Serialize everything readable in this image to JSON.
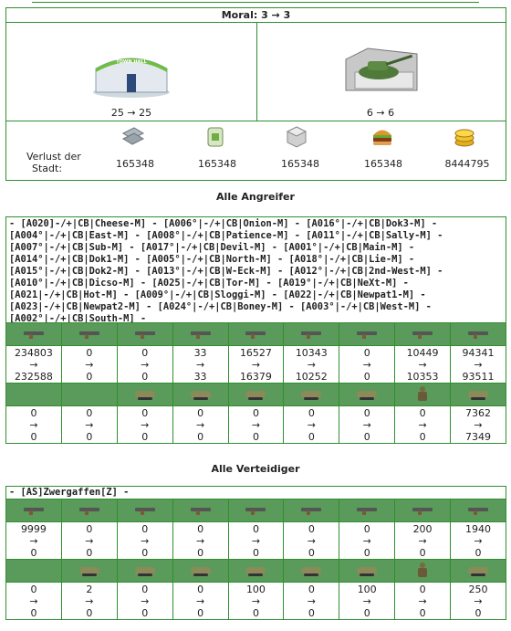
{
  "moral": {
    "label": "Moral: 3 → 3"
  },
  "buildings": {
    "townhall": {
      "sign": "TOWN HALL",
      "value": "25 → 25"
    },
    "tank": {
      "value": "6 → 6"
    }
  },
  "loss": {
    "label_line1": "Verlust der",
    "label_line2": "Stadt:",
    "items": [
      {
        "icon": "metal-icon",
        "value": "165348"
      },
      {
        "icon": "oil-barrel-icon",
        "value": "165348"
      },
      {
        "icon": "cube-icon",
        "value": "165348"
      },
      {
        "icon": "burger-icon",
        "value": "165348"
      },
      {
        "icon": "coins-icon",
        "value": "8444795"
      }
    ]
  },
  "attackers": {
    "title": "Alle Angreifer",
    "names": "- [A020]-/+|CB|Cheese-M] - [A006°|-/+|CB|Onion-M] - [A016°|-/+|CB|Dok3-M] - [A004°|-/+|CB|East-M] - [A008°|-/+|CB|Patience-M] - [A011°|-/+|CB|Sally-M] - [A007°|-/+|CB|Sub-M] - [A017°|-/+|CB|Devil-M] - [A001°|-/+|CB|Main-M] - [A014°|-/+|CB|Dok1-M] - [A005°|-/+|CB|North-M] - [A018°|-/+|CB|Lie-M] - [A015°|-/+|CB|Dok2-M] - [A013°|-/+|CB|W-Eck-M] - [A012°|-/+|CB|2nd-West-M] - [A010°|-/+|CB|Dicso-M] - [A025|-/+|CB|Tor-M] - [A019°|-/+|CB|NeXt-M] - [A021|-/+|CB|Hot-M] - [A009°|-/+|CB|Sloggi-M] - [A022|-/+|CB|Newpat1-M] - [A023|-/+|CB|Newpat2-M] - [A024°|-/+|CB|Boney-M] - [A003°|-/+|CB|West-M] - [A002°|-/+|CB|South-M] -",
    "inf_rows": [
      [
        "234803",
        "0",
        "0",
        "33",
        "16527",
        "10343",
        "0",
        "10449",
        "94341"
      ],
      [
        "232588",
        "0",
        "0",
        "33",
        "16379",
        "10252",
        "0",
        "10353",
        "93511"
      ]
    ],
    "veh_rows": [
      [
        "0",
        "0",
        "0",
        "0",
        "0",
        "0",
        "0",
        "0",
        "7362"
      ],
      [
        "0",
        "0",
        "0",
        "0",
        "0",
        "0",
        "0",
        "0",
        "7349"
      ]
    ]
  },
  "defenders": {
    "title": "Alle Verteidiger",
    "names": "- [AS]Zwergaffen[Z] -",
    "inf_rows": [
      [
        "9999",
        "0",
        "0",
        "0",
        "0",
        "0",
        "0",
        "200",
        "1940"
      ],
      [
        "0",
        "0",
        "0",
        "0",
        "0",
        "0",
        "0",
        "0",
        "0"
      ]
    ],
    "veh_rows": [
      [
        "0",
        "2",
        "0",
        "0",
        "100",
        "0",
        "100",
        "0",
        "250"
      ],
      [
        "0",
        "0",
        "0",
        "0",
        "0",
        "0",
        "0",
        "0",
        "0"
      ]
    ]
  },
  "arrow": "→",
  "unit_icons": {
    "infantry": [
      "rifle-icon",
      "machine-gun-icon",
      "rocket-launcher-icon",
      "mortar-icon",
      "heavy-gun-icon",
      "assault-rifle-icon",
      "sniper-icon",
      "anti-tank-icon",
      "cannon-icon"
    ],
    "vehicles": [
      "empty",
      "empty",
      "armored-truck-icon",
      "jeep-icon",
      "apc-icon",
      "scout-vehicle-icon",
      "tank-icon",
      "soldier-icon",
      "artillery-icon"
    ]
  },
  "colors": {
    "border": "#2f8f2f",
    "icon_row": "#5a9a5a"
  }
}
